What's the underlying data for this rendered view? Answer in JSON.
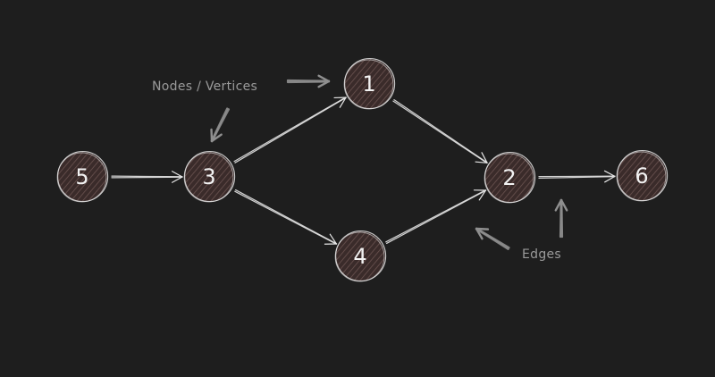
{
  "colors": {
    "background": "#1e1e1e",
    "node_fill": "#3a2b2a",
    "node_hatch": "#6b5350",
    "node_stroke": "#e6e6e6",
    "edge": "#e6e6e6",
    "annotation": "#8f8f8f"
  },
  "nodes": [
    {
      "id": "5",
      "label": "5"
    },
    {
      "id": "3",
      "label": "3"
    },
    {
      "id": "1",
      "label": "1"
    },
    {
      "id": "4",
      "label": "4"
    },
    {
      "id": "2",
      "label": "2"
    },
    {
      "id": "6",
      "label": "6"
    }
  ],
  "edges": [
    {
      "from": "5",
      "to": "3"
    },
    {
      "from": "3",
      "to": "1"
    },
    {
      "from": "3",
      "to": "4"
    },
    {
      "from": "1",
      "to": "2"
    },
    {
      "from": "4",
      "to": "2"
    },
    {
      "from": "2",
      "to": "6"
    }
  ],
  "annotations": {
    "nodes_label": "Nodes / Vertices",
    "edges_label": "Edges"
  }
}
